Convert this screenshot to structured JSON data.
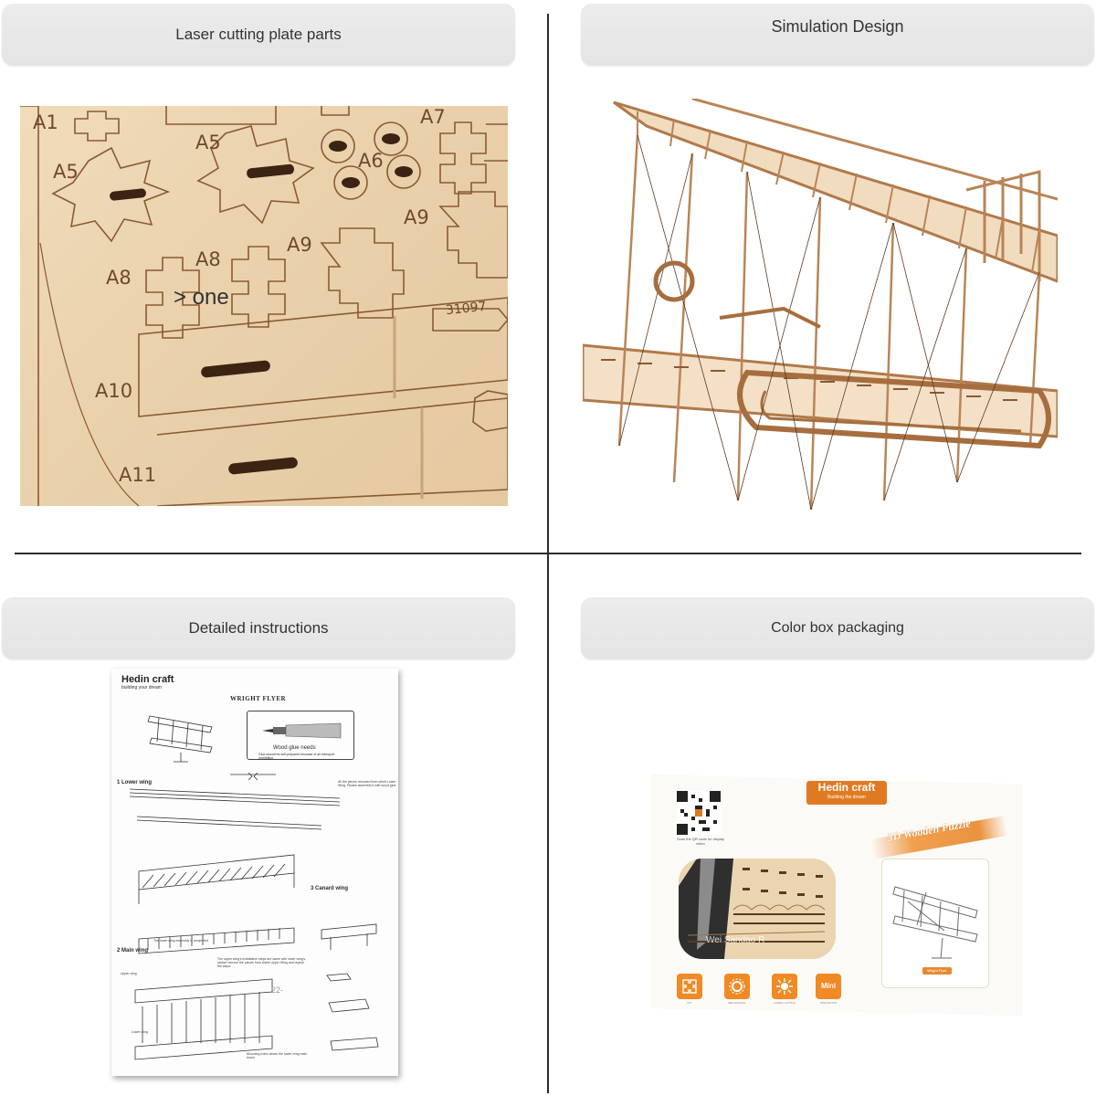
{
  "sections": {
    "laser": {
      "title": "Laser cutting plate parts"
    },
    "simulation": {
      "title": "Simulation Design"
    },
    "instructions": {
      "title": "Detailed instructions"
    },
    "packaging": {
      "title": "Color box packaging"
    }
  },
  "plate": {
    "labels": [
      "A1",
      "A5",
      "A5",
      "A6",
      "A7",
      "A8",
      "A8",
      "A9",
      "A9",
      "A10",
      "A11"
    ],
    "part_number": "31097",
    "overlay_text": "> one"
  },
  "manual": {
    "brand": "Hedin craft",
    "tagline": "building your dream",
    "title": "WRIGHT FLYER",
    "glue_title": "Wood glue needs",
    "glue_note": "Glue should be self-prepared because of air transport prohibition.",
    "step1": "1 Lower wing",
    "step1_note": "All the pieces removed from sheet Lower Wing. Please assemble it with wood glue.",
    "step2": "2 Main wing",
    "step2_note": "The upper wing's installation steps are same with lower wing's, please remove the pieces from sheet Upper Wing and repeat the steps.",
    "step3": "3 Canard wing",
    "complete_note": "The lower wing assembly is completed",
    "upper_wing": "Upper wing",
    "lower_wing": "Lower wing",
    "mounting_note": "Mounting holes above the lower wing main beam",
    "code": "22-"
  },
  "box": {
    "brand": "Hedin craft",
    "brand_sub": "Building the dream",
    "slogan": "3D Wooden Puzzle",
    "qr_text": "Scan the QR code for display video",
    "watermark": "Wei Sandao R",
    "card_label": "Wright Flyer",
    "icon_mini": "Mini",
    "icons": [
      "DIY",
      "MECHANICAL",
      "LASER CUTTING",
      "INNOVATION"
    ]
  },
  "colors": {
    "header_bg": "#e8e8e8",
    "divider": "#2a2a2a",
    "wood": "#ead2ad",
    "engrave": "#7a4e2c",
    "accent_orange": "#e07a22"
  }
}
